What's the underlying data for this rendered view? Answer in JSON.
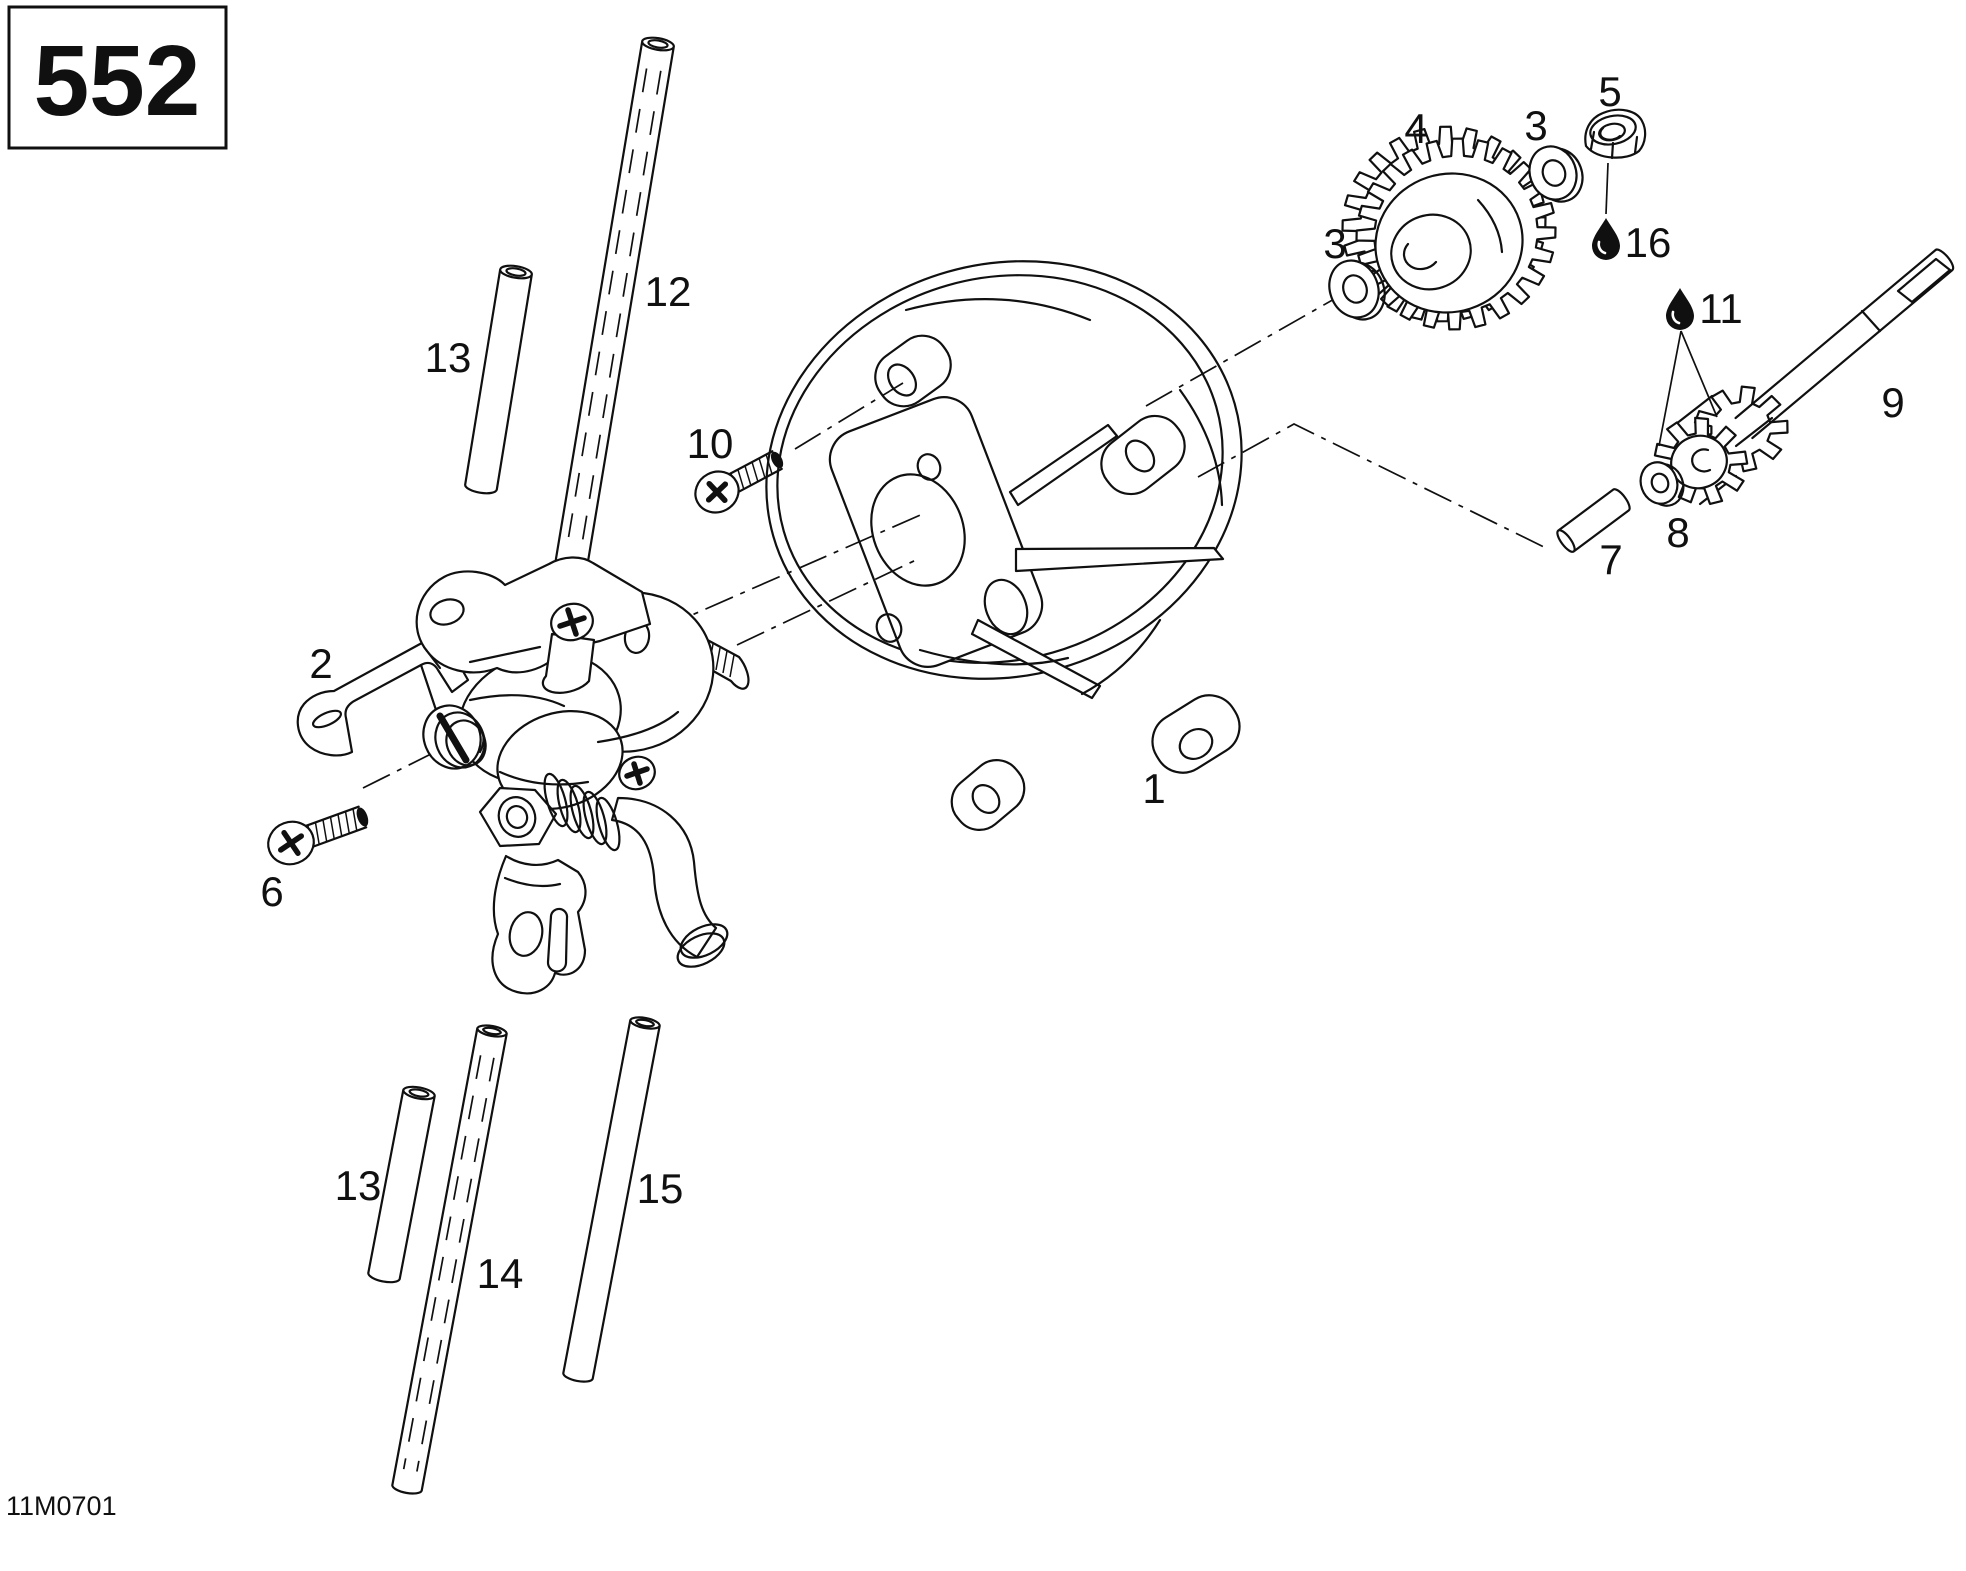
{
  "diagram": {
    "model_box": "552",
    "document_code": "11M0701",
    "line_color": "#101010",
    "background_color": "#ffffff"
  },
  "icons": {
    "oil_drop": "oil-drop"
  },
  "callouts": [
    {
      "label": "1"
    },
    {
      "label": "2"
    },
    {
      "label": "3"
    },
    {
      "label": "3"
    },
    {
      "label": "4"
    },
    {
      "label": "5"
    },
    {
      "label": "6"
    },
    {
      "label": "7"
    },
    {
      "label": "8"
    },
    {
      "label": "9"
    },
    {
      "label": "10"
    },
    {
      "label": "11",
      "icon": "oil-drop"
    },
    {
      "label": "12"
    },
    {
      "label": "13"
    },
    {
      "label": "13"
    },
    {
      "label": "14"
    },
    {
      "label": "15"
    },
    {
      "label": "16",
      "icon": "oil-drop"
    }
  ]
}
